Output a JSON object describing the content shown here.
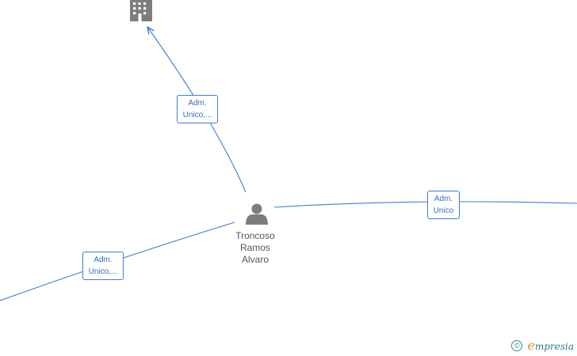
{
  "person": {
    "name_lines": [
      "Troncoso",
      "Ramos",
      "Alvaro"
    ],
    "icon": "person-icon"
  },
  "company_icon": "building-icon",
  "roles": {
    "company_top": [
      "Adm.",
      "Unico,..."
    ],
    "right": [
      "Adm.",
      "Unico"
    ],
    "left": [
      "Adm.",
      "Unico,..."
    ]
  },
  "watermark": {
    "copyright": "©",
    "brand_initial": "e",
    "brand_rest": "mpresia"
  },
  "colors": {
    "edge": "#3b7fd4",
    "icon": "#7d7d7d",
    "label_text": "#2f6fc4"
  }
}
